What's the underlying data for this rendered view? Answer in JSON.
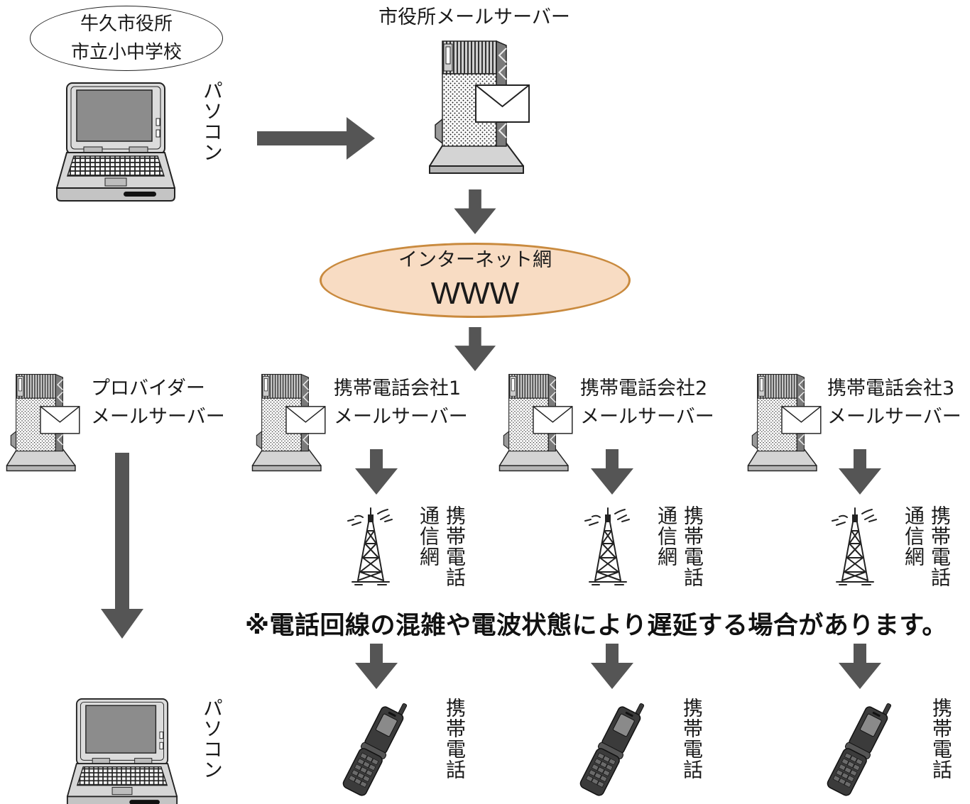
{
  "colors": {
    "arrow": "#555555",
    "internet_fill": "#f8dcc3",
    "internet_stroke": "#c98a3e",
    "phone_body": "#3b3b3b"
  },
  "sender": {
    "org_line1": "牛久市役所",
    "org_line2": "市立小中学校",
    "device_label": "パソコン",
    "device_icon": "laptop-icon"
  },
  "city_server": {
    "title": "市役所メールサーバー",
    "icon": "mail-server-icon"
  },
  "internet": {
    "label": "インターネット網",
    "www": "WWW"
  },
  "provider": {
    "line1": "プロバイダー",
    "line2": "メールサーバー",
    "icon": "mail-server-icon"
  },
  "carriers": [
    {
      "line1": "携帯電話会社1",
      "line2": "メールサーバー",
      "network_col1": "携帯電話",
      "network_col2": "通信網",
      "device_label": "携帯電話",
      "server_icon": "mail-server-icon",
      "tower_icon": "radio-tower-icon",
      "device_icon": "flip-phone-icon"
    },
    {
      "line1": "携帯電話会社2",
      "line2": "メールサーバー",
      "network_col1": "携帯電話",
      "network_col2": "通信網",
      "device_label": "携帯電話",
      "server_icon": "mail-server-icon",
      "tower_icon": "radio-tower-icon",
      "device_icon": "flip-phone-icon"
    },
    {
      "line1": "携帯電話会社3",
      "line2": "メールサーバー",
      "network_col1": "携帯電話",
      "network_col2": "通信網",
      "device_label": "携帯電話",
      "server_icon": "mail-server-icon",
      "tower_icon": "radio-tower-icon",
      "device_icon": "flip-phone-icon"
    }
  ],
  "note": "※電話回線の混雑や電波状態により遅延する場合があります。",
  "receiver": {
    "device_label": "パソコン",
    "device_icon": "laptop-icon"
  }
}
